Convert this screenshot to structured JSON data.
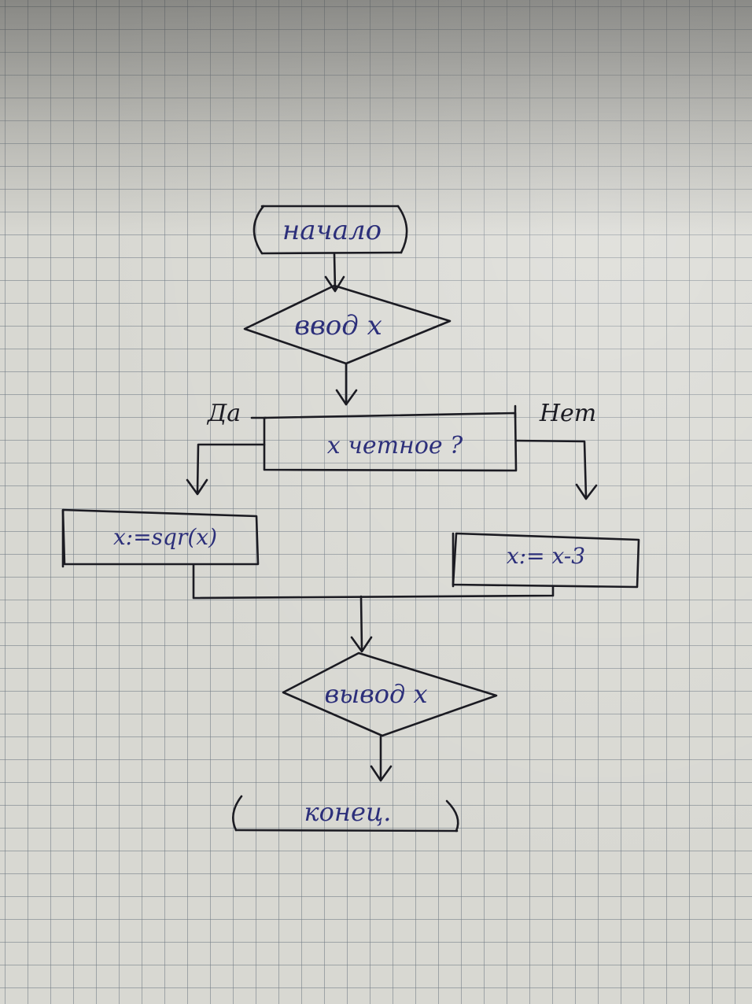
{
  "flowchart": {
    "start": "начало",
    "input": "ввод x",
    "condition": "x четное ?",
    "yes_label": "Да",
    "no_label": "Нет",
    "yes_action": "x:=sqr(x)",
    "no_action": "x:= x-3",
    "output": "вывод x",
    "end": "конец."
  },
  "colors": {
    "ink": "#1b1b22",
    "blue_ink": "#2c2f7a",
    "paper": "#d8d8d2"
  }
}
